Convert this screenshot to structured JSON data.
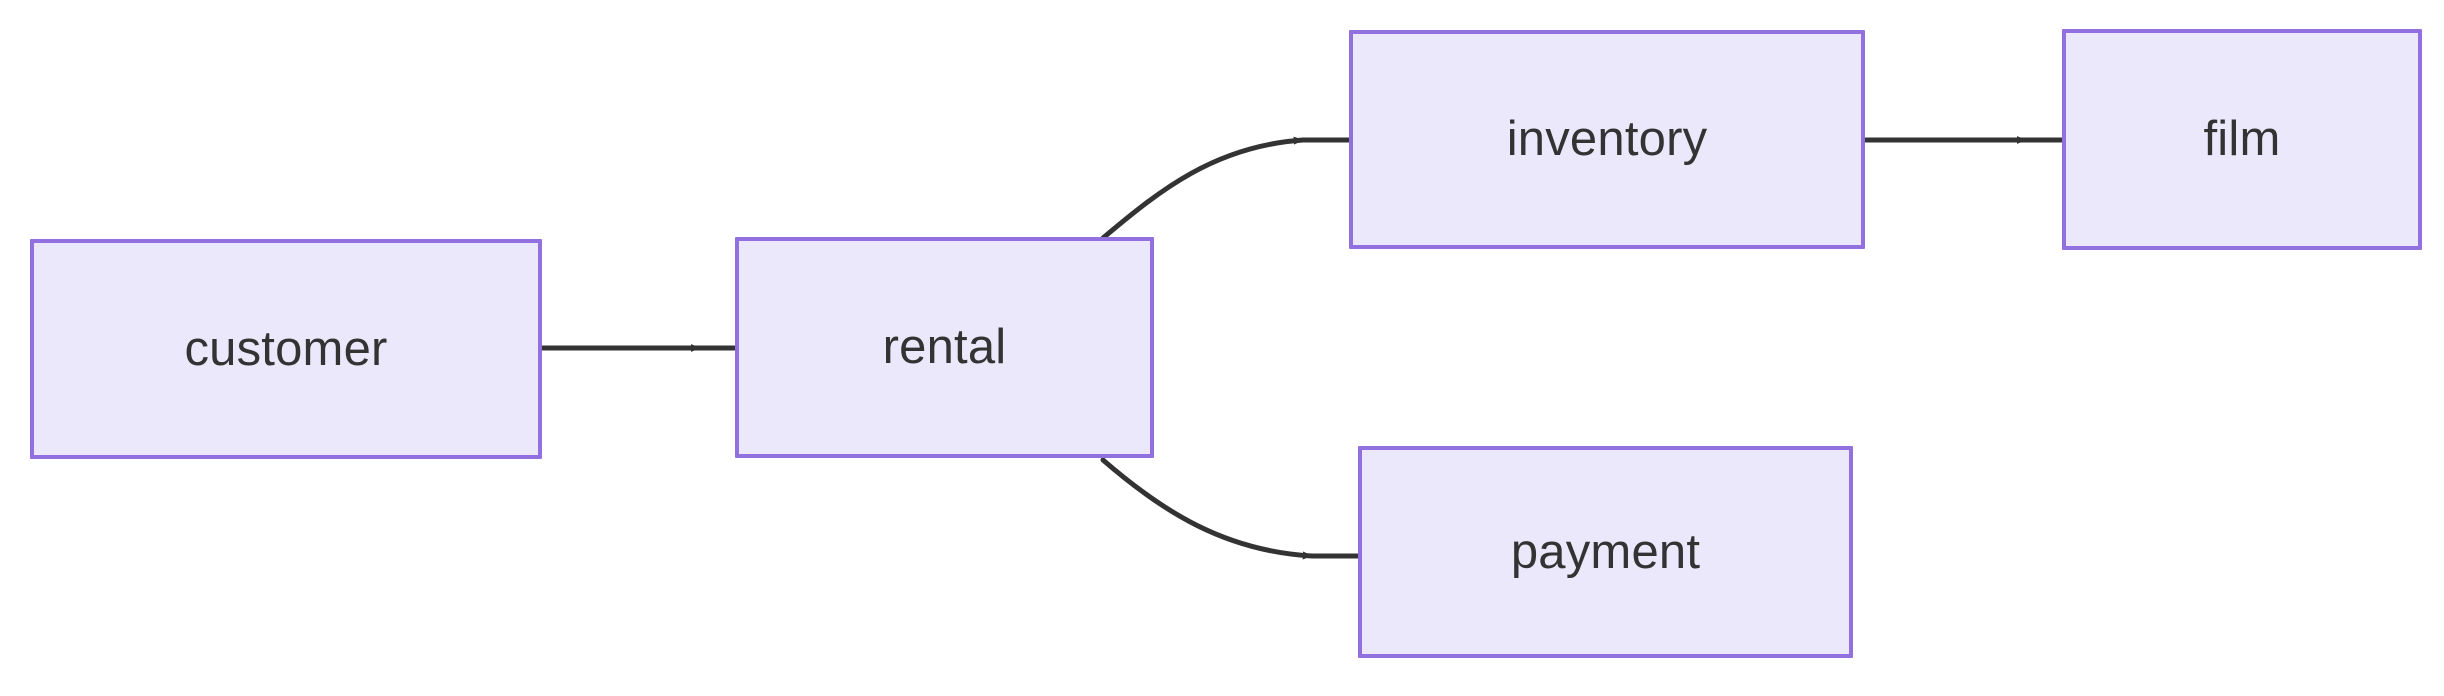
{
  "diagram": {
    "type": "entity-relationship-flow",
    "background_color": "#ffffff",
    "node_fill_color": "#ebe8fb",
    "node_border_color": "#9270e0",
    "node_text_color": "#333333",
    "edge_color": "#333333",
    "nodes": [
      {
        "id": "customer",
        "label": "customer"
      },
      {
        "id": "rental",
        "label": "rental"
      },
      {
        "id": "inventory",
        "label": "inventory"
      },
      {
        "id": "film",
        "label": "film"
      },
      {
        "id": "payment",
        "label": "payment"
      }
    ],
    "edges": [
      {
        "from": "customer",
        "to": "rental",
        "style": "straight",
        "direction": "forward"
      },
      {
        "from": "rental",
        "to": "inventory",
        "style": "curved",
        "direction": "forward"
      },
      {
        "from": "rental",
        "to": "payment",
        "style": "curved",
        "direction": "forward"
      },
      {
        "from": "inventory",
        "to": "film",
        "style": "straight",
        "direction": "forward"
      }
    ]
  }
}
